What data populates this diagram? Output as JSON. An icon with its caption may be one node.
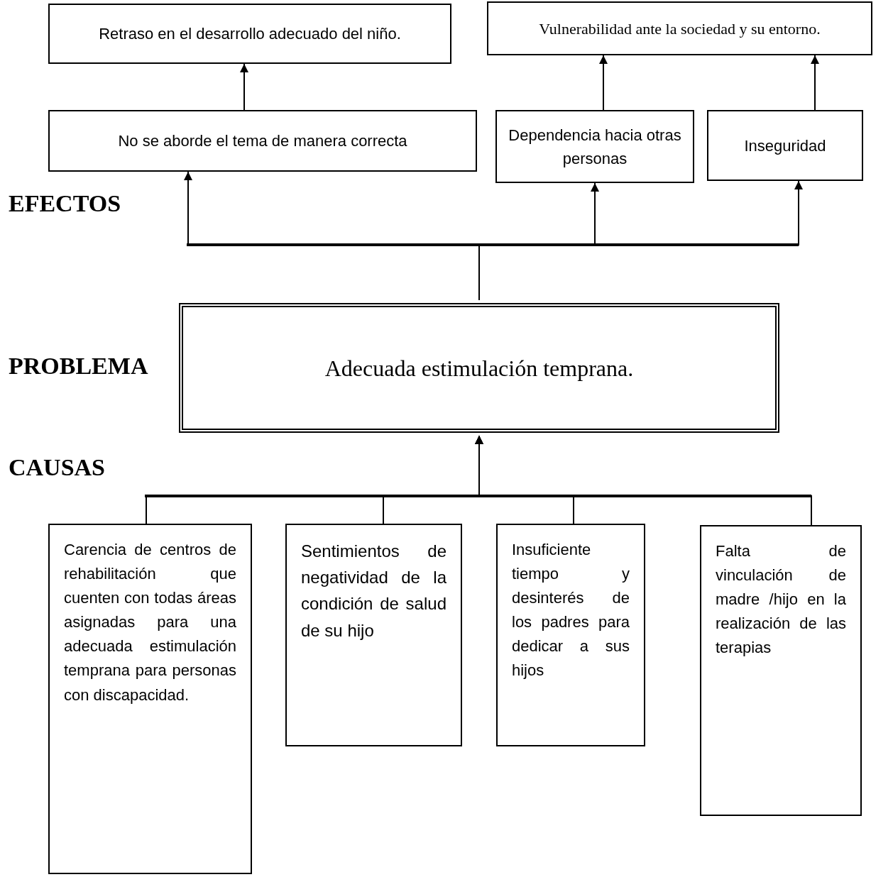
{
  "diagram": {
    "nodes": [
      {
        "text": [
          "Retraso en el desarrollo adecuado del niño."
        ]
      },
      {
        "text": [
          "Vulnerabilidad ante la sociedad y su entorno."
        ]
      },
      {
        "text": [
          "No se aborde el tema de manera correcta"
        ]
      },
      {
        "text": [
          "Dependencia hacia otras personas"
        ]
      },
      {
        "text": [
          "Inseguridad"
        ]
      },
      {
        "text": [
          "Adecuada estimulación temprana."
        ]
      },
      {
        "text": [
          "Carencia de centros de rehabilitación que cuenten con todas áreas asignadas para una adecuada estimulación temprana para personas con discapacidad."
        ]
      },
      {
        "text": [
          "Sentimientos de negatividad de la condición de salud de su hijo"
        ]
      },
      {
        "text": [
          "Insuficiente tiempo y desinterés de los padres para dedicar a sus hijos"
        ]
      },
      {
        "text": [
          "Falta de vinculación de madre /hijo en la realización de las terapias"
        ]
      }
    ],
    "edges": [
      {
        "from": 2,
        "to": 0,
        "arrow": "to"
      },
      {
        "from": 3,
        "to": 1,
        "arrow": "to"
      },
      {
        "from": 4,
        "to": 1,
        "arrow": "to"
      },
      {
        "from": 5,
        "to": 2,
        "arrow": "to"
      },
      {
        "from": 5,
        "to": 3,
        "arrow": "to"
      },
      {
        "from": 5,
        "to": 4,
        "arrow": "to"
      },
      {
        "from": 6,
        "to": 5,
        "arrow": "to"
      },
      {
        "from": 7,
        "to": 5,
        "arrow": "to"
      },
      {
        "from": 8,
        "to": 5,
        "arrow": "to"
      },
      {
        "from": 9,
        "to": 5,
        "arrow": "to"
      }
    ],
    "labels": [
      "EFECTOS",
      "PROBLEMA",
      "CAUSAS"
    ]
  }
}
